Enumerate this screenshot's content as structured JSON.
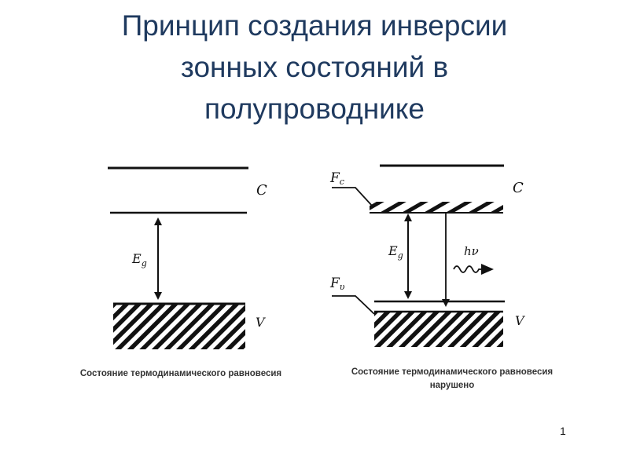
{
  "title": {
    "line1": "Принцип создания инверсии",
    "line2": "зонных состояний в",
    "line3": "полупроводнике"
  },
  "left_diagram": {
    "conduction_label": "C",
    "valence_label": "V",
    "gap_label_main": "E",
    "gap_label_sub": "g",
    "caption": "Состояние термодинамического равновесия"
  },
  "right_diagram": {
    "conduction_label": "C",
    "valence_label": "V",
    "gap_label_main": "E",
    "gap_label_sub": "g",
    "fermi_c_main": "F",
    "fermi_c_sub": "c",
    "fermi_v_main": "F",
    "fermi_v_sub": "υ",
    "photon_label": "hν",
    "caption_line1": "Состояние термодинамического равновесия",
    "caption_line2": "нарушено"
  },
  "page_number": "1"
}
